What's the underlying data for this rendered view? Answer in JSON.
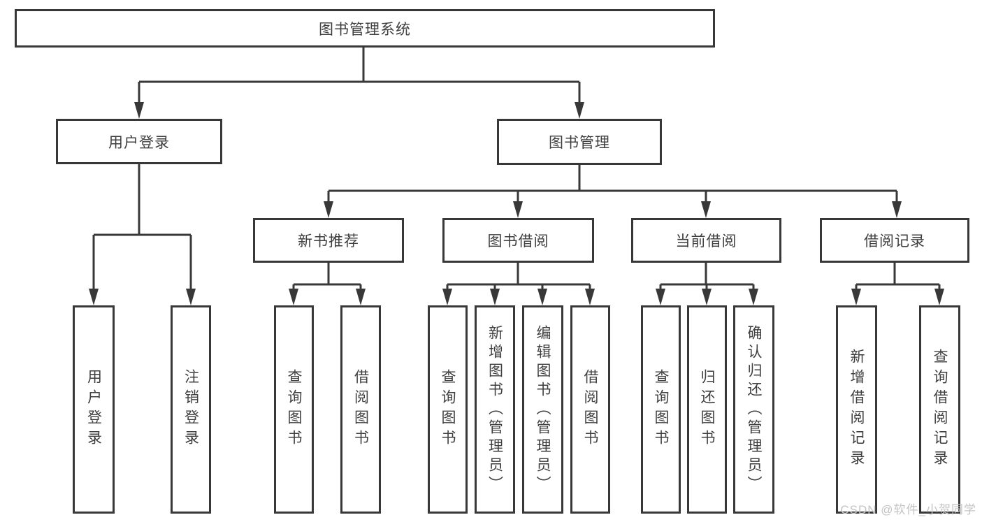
{
  "diagram_type": "hierarchy-tree",
  "colors": {
    "line": "#383838",
    "box_border": "#383838",
    "box_fill": "#ffffff",
    "text": "#3f3f3f",
    "watermark": "#c4c4c4"
  },
  "tree": {
    "root": {
      "label": "图书管理系统",
      "children": [
        {
          "label": "用户登录",
          "children": [
            {
              "label": "用户登录"
            },
            {
              "label": "注销登录"
            }
          ]
        },
        {
          "label": "图书管理",
          "children": [
            {
              "label": "新书推荐",
              "children": [
                {
                  "label": "查询图书"
                },
                {
                  "label": "借阅图书"
                }
              ]
            },
            {
              "label": "图书借阅",
              "children": [
                {
                  "label": "查询图书"
                },
                {
                  "label": "新增图书（管理员）"
                },
                {
                  "label": "编辑图书（管理员）"
                },
                {
                  "label": "借阅图书"
                }
              ]
            },
            {
              "label": "当前借阅",
              "children": [
                {
                  "label": "查询图书"
                },
                {
                  "label": "归还图书"
                },
                {
                  "label": "确认归还（管理员）"
                }
              ]
            },
            {
              "label": "借阅记录",
              "children": [
                {
                  "label": "新增借阅记录"
                },
                {
                  "label": "查询借阅记录"
                }
              ]
            }
          ]
        }
      ]
    }
  },
  "watermark": {
    "text": "CSDN @软件_小贺同学"
  }
}
